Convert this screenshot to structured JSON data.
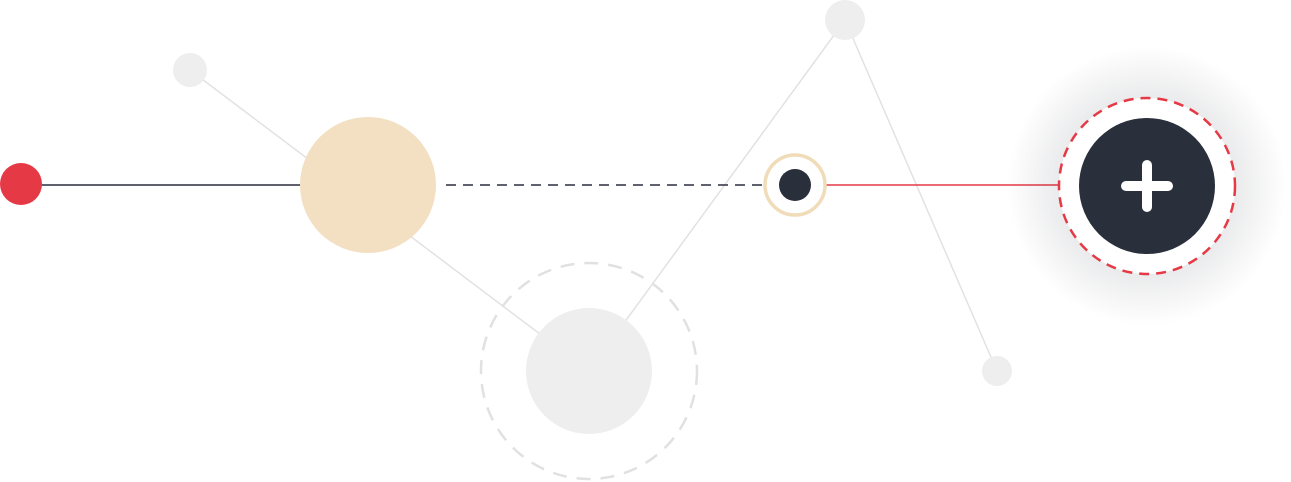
{
  "colors": {
    "background": "#ffffff",
    "track_line": "#2a2f3c",
    "accent_red": "#e63946",
    "dark_navy": "#2a2f3c",
    "tan": "#f3e0c3",
    "tan_ring": "#f0dcb8",
    "light_gray": "#eeeeee",
    "gray_line": "#e2e2e2",
    "dashed_gray": "#e1e1e1",
    "icon_white": "#ffffff"
  },
  "icons": {
    "add": "plus-icon"
  },
  "nodes": {
    "start_dot": {
      "shape": "filled-circle",
      "color": "accent_red"
    },
    "tan_node": {
      "shape": "filled-circle",
      "color": "tan"
    },
    "small_dark_node": {
      "shape": "dot-with-ring",
      "color": "dark_navy"
    },
    "add_button": {
      "shape": "filled-circle-with-dashed-ring",
      "color": "dark_navy",
      "icon": "plus-icon"
    },
    "gray_bottom_node": {
      "shape": "filled-circle-with-dashed-ring",
      "color": "light_gray"
    },
    "gray_top_left": {
      "shape": "filled-circle",
      "color": "light_gray"
    },
    "gray_top_right": {
      "shape": "filled-circle",
      "color": "light_gray"
    },
    "gray_bottom_right": {
      "shape": "filled-circle",
      "color": "light_gray"
    }
  }
}
